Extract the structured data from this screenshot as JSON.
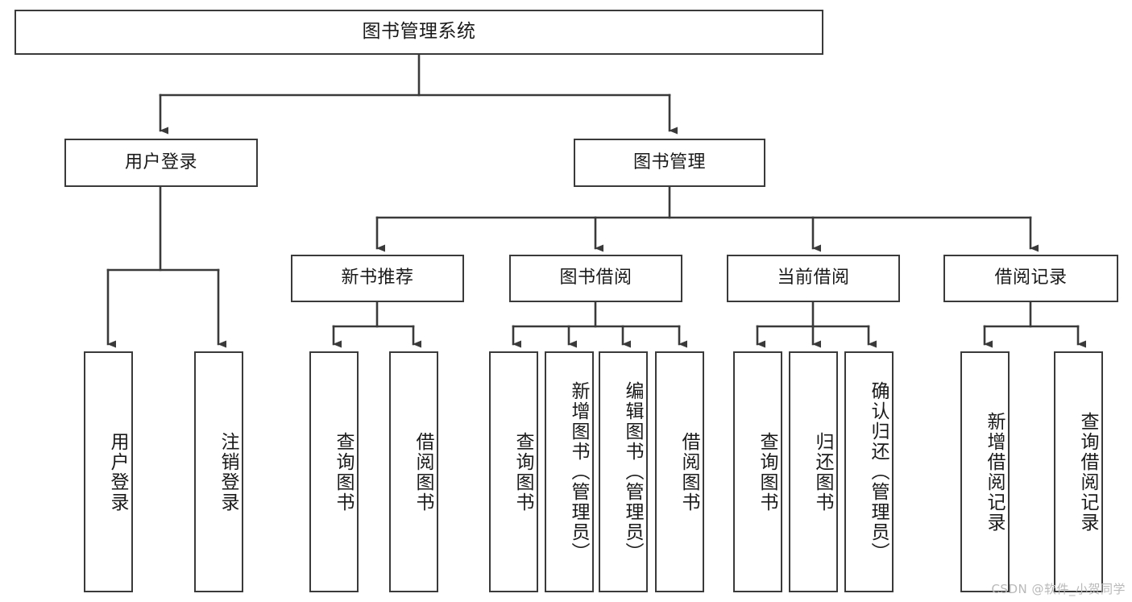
{
  "diagram": {
    "title": "图书管理系统",
    "watermark": "CSDN @软件_小贺同学",
    "stroke_color": "#3a3a3a",
    "text_color": "#1a1a1a",
    "background": "#ffffff",
    "nodes": {
      "root": "图书管理系统",
      "level2": {
        "user_login": "用户登录",
        "book_manage": "图书管理"
      },
      "level3": {
        "new_book_recommend": "新书推荐",
        "book_borrow": "图书借阅",
        "current_borrow": "当前借阅",
        "borrow_record": "借阅记录"
      },
      "leaves": {
        "user_login_1": "用户登录",
        "user_login_2": "注销登录",
        "recommend_1": "查询图书",
        "recommend_2": "借阅图书",
        "borrow_1": "查询图书",
        "borrow_2": "新增图书（管理员）",
        "borrow_3": "编辑图书（管理员）",
        "borrow_4": "借阅图书",
        "current_1": "查询图书",
        "current_2": "归还图书",
        "current_3": "确认归还（管理员）",
        "record_1": "新增借阅记录",
        "record_2": "查询借阅记录"
      }
    }
  }
}
